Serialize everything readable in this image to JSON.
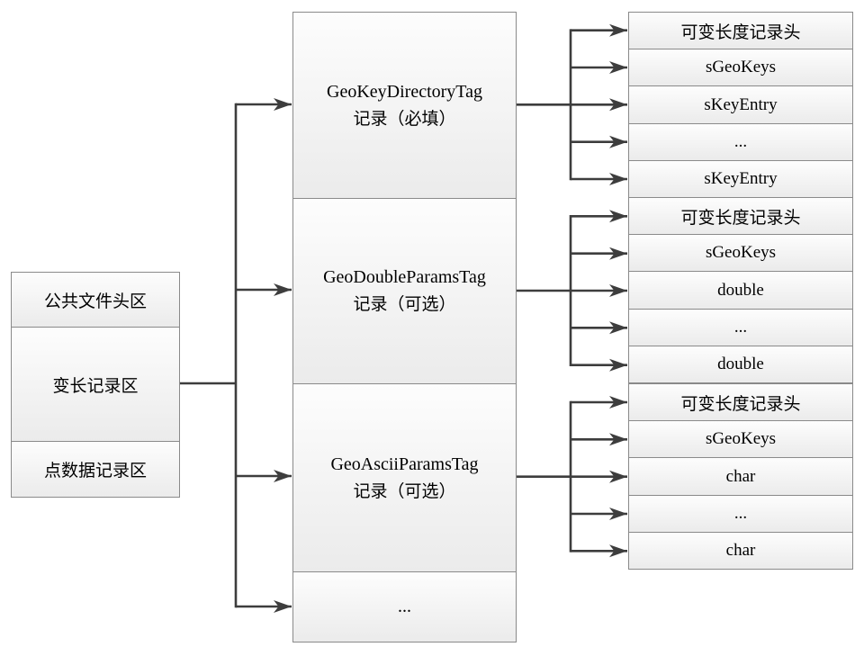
{
  "diagram": {
    "left_box": {
      "rows": [
        {
          "label": "公共文件头区"
        },
        {
          "label": "变长记录区"
        },
        {
          "label": "点数据记录区"
        }
      ]
    },
    "middle_box": {
      "sections": [
        {
          "title": "GeoKeyDirectoryTag",
          "subtitle": "记录（必填）"
        },
        {
          "title": "GeoDoubleParamsTag",
          "subtitle": "记录（可选）"
        },
        {
          "title": "GeoAsciiParamsTag",
          "subtitle": "记录（可选）"
        },
        {
          "title": "...",
          "subtitle": ""
        }
      ]
    },
    "right_groups": [
      {
        "rows": [
          {
            "label": "可变长度记录头"
          },
          {
            "label": "sGeoKeys"
          },
          {
            "label": "sKeyEntry"
          },
          {
            "label": "..."
          },
          {
            "label": "sKeyEntry"
          }
        ]
      },
      {
        "rows": [
          {
            "label": "可变长度记录头"
          },
          {
            "label": "sGeoKeys"
          },
          {
            "label": "double"
          },
          {
            "label": "..."
          },
          {
            "label": "double"
          }
        ]
      },
      {
        "rows": [
          {
            "label": "可变长度记录头"
          },
          {
            "label": "sGeoKeys"
          },
          {
            "label": "char"
          },
          {
            "label": "..."
          },
          {
            "label": "char"
          }
        ]
      }
    ],
    "colors": {
      "connector": "#3d3d3d",
      "border": "#8a8a8a",
      "fill_top": "#fdfdfd",
      "fill_bottom": "#ebebeb",
      "background": "#ffffff"
    }
  }
}
